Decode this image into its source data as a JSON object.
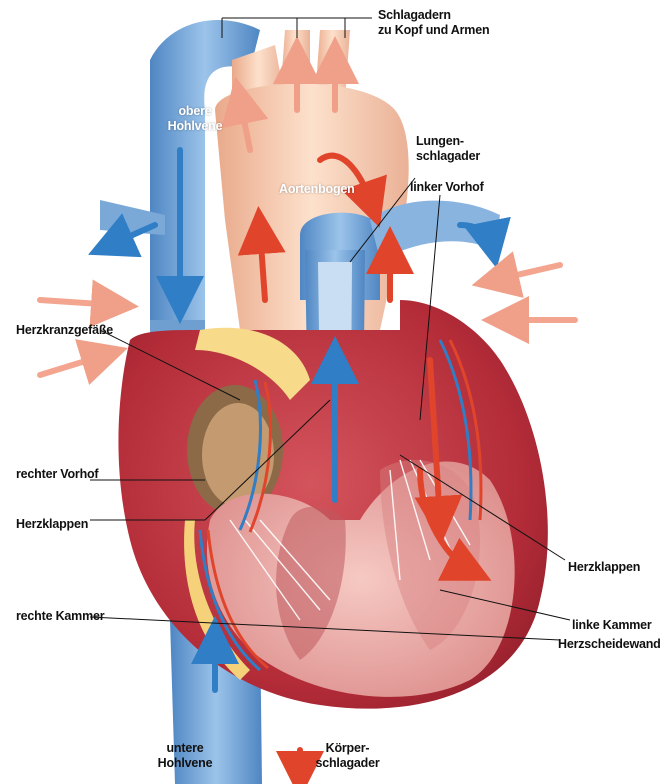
{
  "labels": {
    "arteries_head": "Schlagadern\nzu Kopf und Armen",
    "superior_vena_cava": "obere\nHohlvene",
    "pulmonary_artery": "Lungen-\nschlagader",
    "aortic_arch": "Aortenbogen",
    "left_atrium": "linker Vorhof",
    "coronary_vessels": "Herzkranzgefäße",
    "right_atrium": "rechter Vorhof",
    "valves_left": "Herzklappen",
    "valves_right": "Herzklappen",
    "right_ventricle": "rechte Kammer",
    "left_ventricle": "linke Kammer",
    "septum": "Herzscheidewand",
    "inferior_vena_cava": "untere\nHohlvene",
    "aorta_body": "Körper-\nschlagader"
  },
  "colors": {
    "oxygen_poor_blood": "#6f9fd0",
    "oxygen_rich_blood": "#f2c3a6",
    "muscle": "#b8303a",
    "inner_wall": "#e8a7a4",
    "flow_arrow_red": "#e0452c",
    "flow_arrow_blue": "#2f7ec6"
  }
}
